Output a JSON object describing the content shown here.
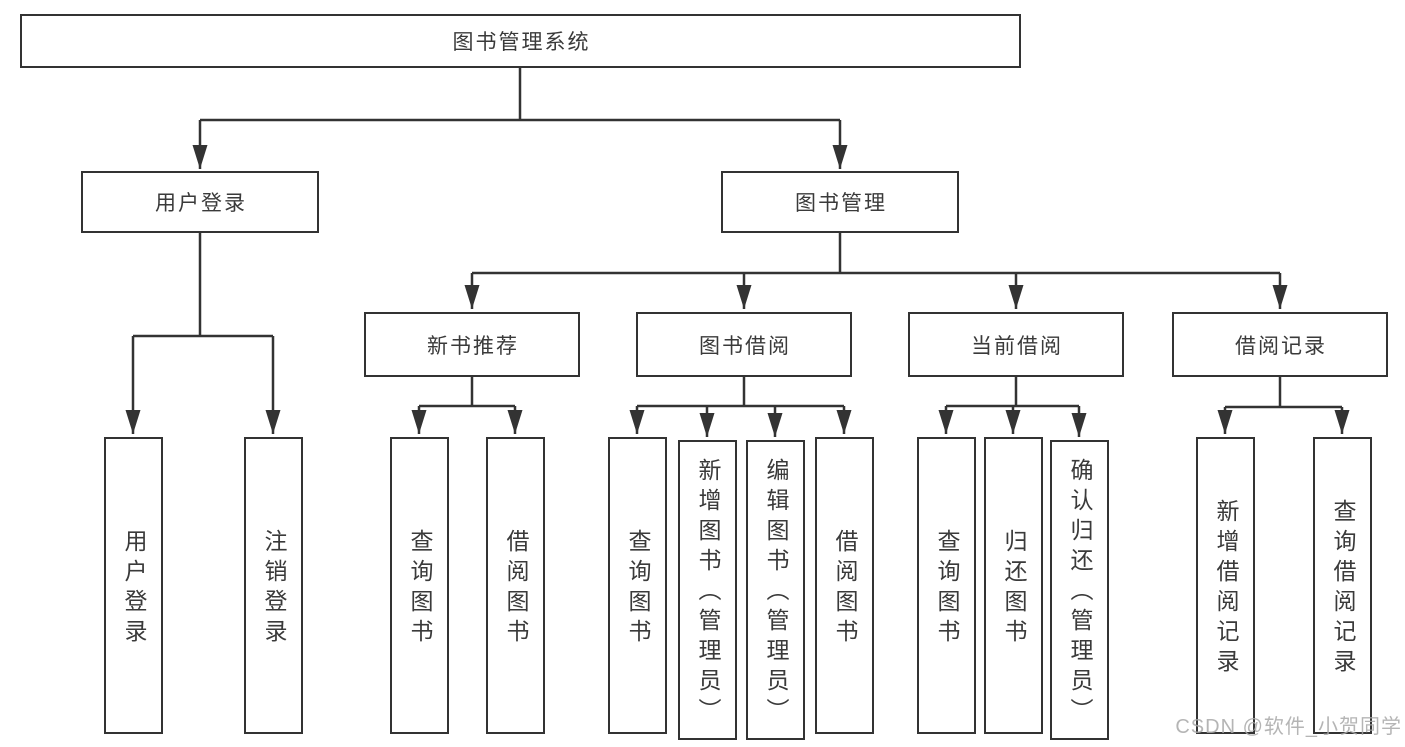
{
  "title": "图书管理系统",
  "watermark": "CSDN @软件_小贺同学",
  "colors": {
    "line": "#333333",
    "box_border": "#333333",
    "text": "#3a3a3a",
    "watermark": "#a9a9a9",
    "background": "#ffffff"
  },
  "nodes": {
    "root": "图书管理系统",
    "userLogin": "用户登录",
    "bookMgmt": "图书管理",
    "newBookRec": "新书推荐",
    "bookBorrow": "图书借阅",
    "currentBorrow": "当前借阅",
    "borrowRecords": "借阅记录",
    "uLogin": "用户登录",
    "uLogout": "注销登录",
    "nQueryBook": "查询图书",
    "nBorrowBook": "借阅图书",
    "bQueryBook": "查询图书",
    "bAddBook": "新增图书（管理员）",
    "bEditBook": "编辑图书（管理员）",
    "bBorrowBook": "借阅图书",
    "cQueryBook": "查询图书",
    "cReturnBook": "归还图书",
    "cConfirmReturn": "确认归还（管理员）",
    "rAddRecord": "新增借阅记录",
    "rQueryRecord": "查询借阅记录"
  },
  "hierarchy": {
    "图书管理系统": {
      "用户登录": [
        "用户登录",
        "注销登录"
      ],
      "图书管理": {
        "新书推荐": [
          "查询图书",
          "借阅图书"
        ],
        "图书借阅": [
          "查询图书",
          "新增图书（管理员）",
          "编辑图书（管理员）",
          "借阅图书"
        ],
        "当前借阅": [
          "查询图书",
          "归还图书",
          "确认归还（管理员）"
        ],
        "借阅记录": [
          "新增借阅记录",
          "查询借阅记录"
        ]
      }
    }
  }
}
